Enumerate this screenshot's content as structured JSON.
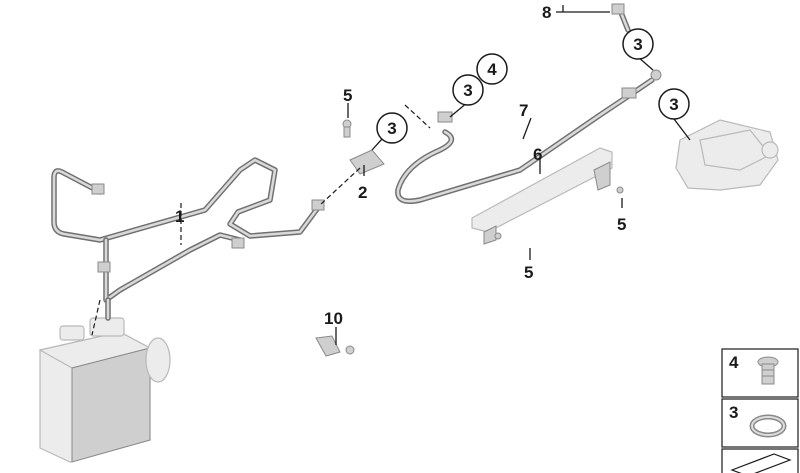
{
  "diagram": {
    "part_labels": {
      "p1": "1",
      "p2": "2",
      "p5a": "5",
      "p5b": "5",
      "p5c": "5",
      "p6": "6",
      "p7": "7",
      "p8": "8",
      "p10": "10"
    },
    "callouts": {
      "c3a": "3",
      "c3b": "3",
      "c3c": "3",
      "c3d": "3",
      "c4": "4"
    },
    "legend": {
      "item4": "4",
      "item3": "3"
    },
    "colors": {
      "pipe": "#6f6f6f",
      "part": "#ececec",
      "ink": "#1a1a1a"
    }
  }
}
